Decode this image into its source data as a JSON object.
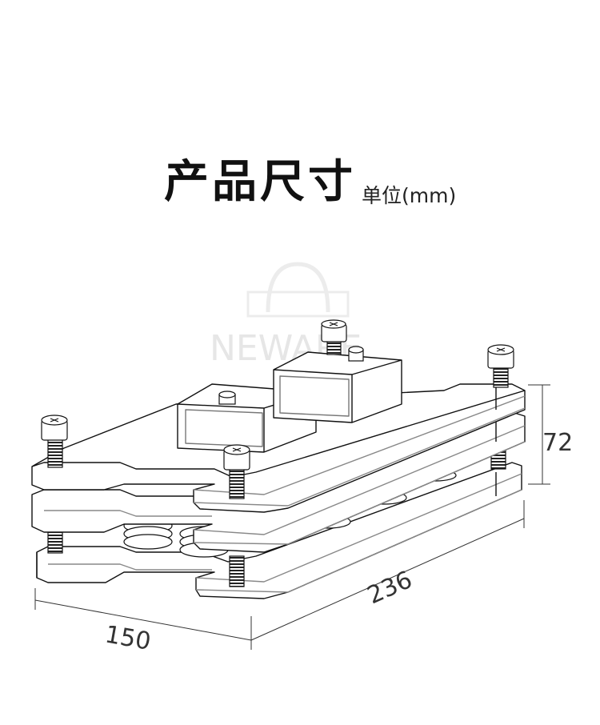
{
  "title": "产品尺寸",
  "unit_label": "单位(mm)",
  "watermark": "NEWARE",
  "dimensions": {
    "height": "72",
    "length": "236",
    "width": "150"
  }
}
